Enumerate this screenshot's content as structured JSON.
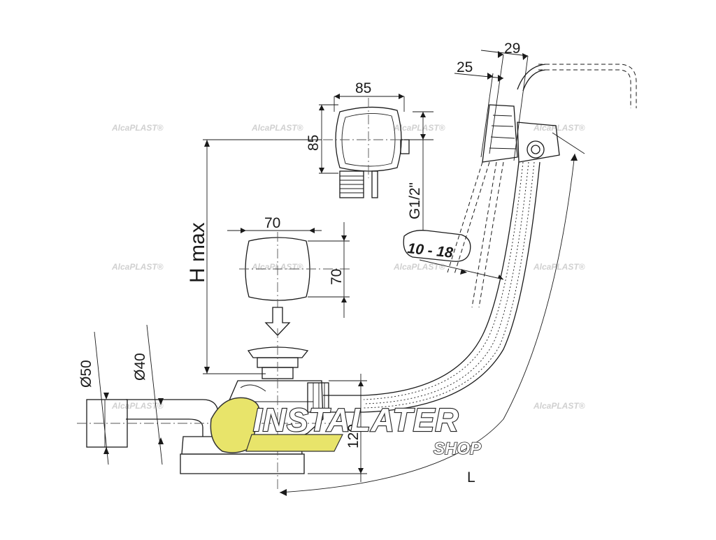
{
  "dimensions": {
    "d29": "29",
    "d25": "25",
    "d85_width": "85",
    "d85_height": "85",
    "g_thread": "G1/2\"",
    "range": "10 - 18",
    "d70_width": "70",
    "d70_height": "70",
    "h_max": "H max",
    "d50": "Ø50",
    "d40": "Ø40",
    "d120": "120",
    "l": "L"
  },
  "watermark": {
    "text": "AlcaPLAST®"
  },
  "logo": {
    "main": "INSTALATER",
    "sub": "SHOP"
  },
  "colors": {
    "line": "#1a1a1a",
    "logo_accent": "#e8e46a",
    "watermark": "#d0d0d0"
  }
}
